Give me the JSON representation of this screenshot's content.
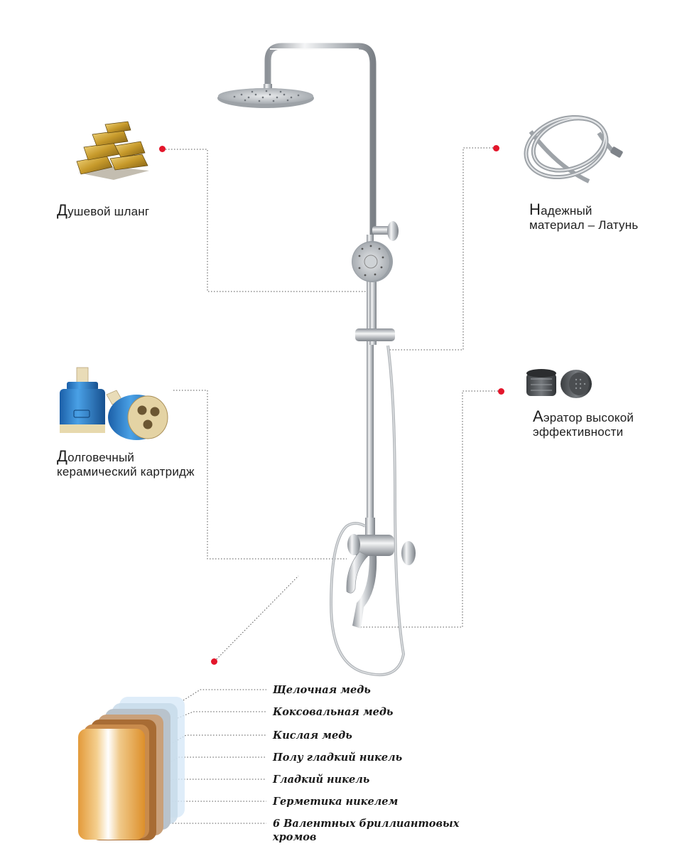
{
  "features": {
    "hose": {
      "cap": "Д",
      "rest": "ушевой шланг",
      "image": "gold-bars-icon"
    },
    "brass": {
      "cap": "Н",
      "line1": "адежный",
      "line2": "материал – Латунь",
      "image": "steel-hose-icon"
    },
    "cartridge": {
      "cap": "Д",
      "line1": "олговечный",
      "line2": "керамический картридж",
      "image": "ceramic-cartridge-icon"
    },
    "aerator": {
      "cap": "А",
      "line1": "эратор высокой",
      "line2": "эффективности",
      "image": "aerator-icon"
    }
  },
  "plating_layers": [
    "Щелочная медь",
    "Коксовальная медь",
    "Кислая медь",
    "Полу гладкий никель",
    "Гладкий никель",
    "Герметика никелем",
    "6 Валентных бриллиантовых",
    "хромов"
  ],
  "colors": {
    "accent_dot": "#e3162b",
    "chrome": "#c9ccd0",
    "copper": "#d9a060"
  }
}
